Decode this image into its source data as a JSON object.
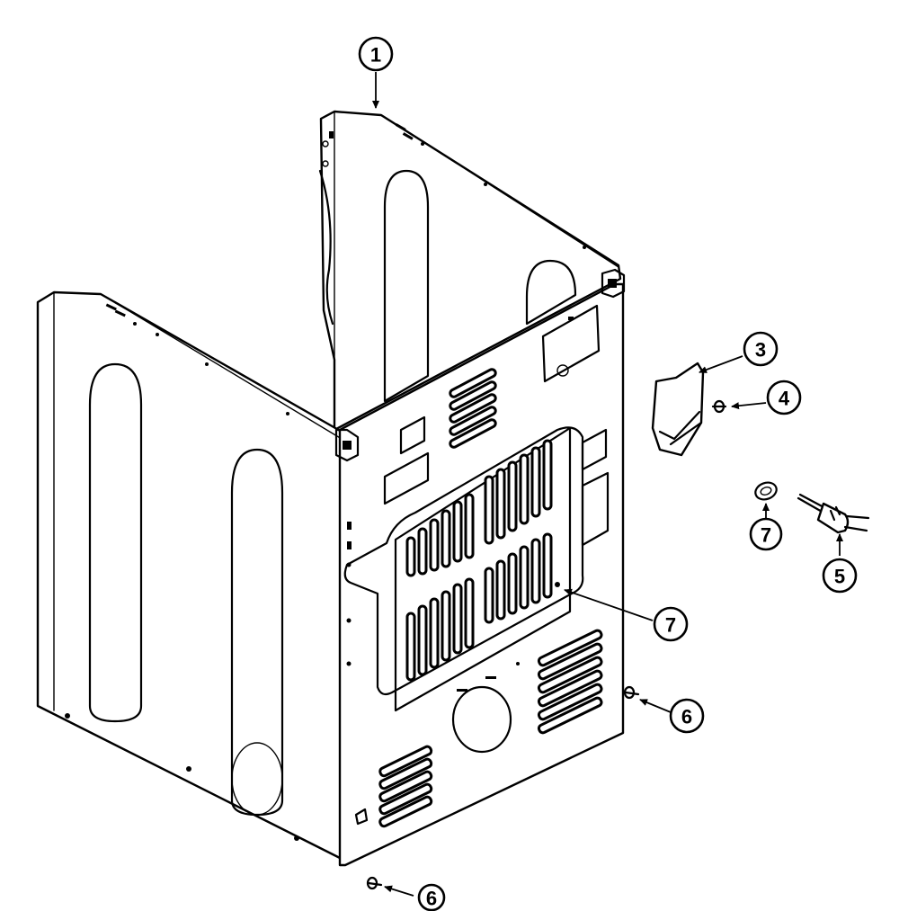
{
  "callouts": [
    {
      "id": "c1",
      "label": "1",
      "part": "cabinet"
    },
    {
      "id": "c3",
      "label": "3",
      "part": "bracket"
    },
    {
      "id": "c4",
      "label": "4",
      "part": "screw"
    },
    {
      "id": "c7a",
      "label": "7",
      "part": "grommet"
    },
    {
      "id": "c5",
      "label": "5",
      "part": "power-cord"
    },
    {
      "id": "c7b",
      "label": "7",
      "part": "rear-panel"
    },
    {
      "id": "c6a",
      "label": "6",
      "part": "screw"
    },
    {
      "id": "c6b",
      "label": "6",
      "part": "screw"
    }
  ]
}
